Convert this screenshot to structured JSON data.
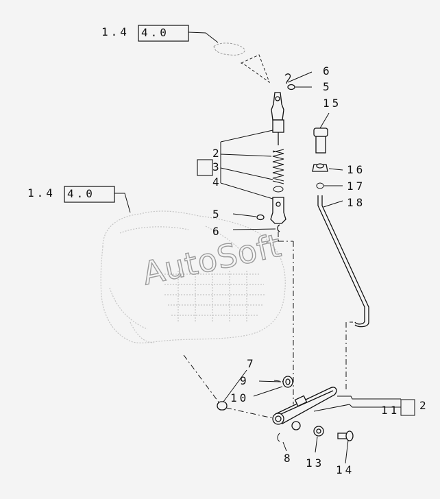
{
  "refs": {
    "top": "1.4",
    "top_boxed": "4.0",
    "mid": "1.4",
    "mid_boxed": "4.0"
  },
  "callouts": {
    "c6a": "6",
    "c5a": "5",
    "c15": "15",
    "c16": "16",
    "c17": "17",
    "c18": "18",
    "c2": "2",
    "c3": "3",
    "c4": "4",
    "c5b": "5",
    "c6b": "6",
    "c7": "7",
    "c9": "9",
    "c10": "10",
    "c11": "11",
    "c12": "2",
    "c8": "8",
    "c13": "13",
    "c14": "14"
  },
  "watermark": "AutoSoft"
}
